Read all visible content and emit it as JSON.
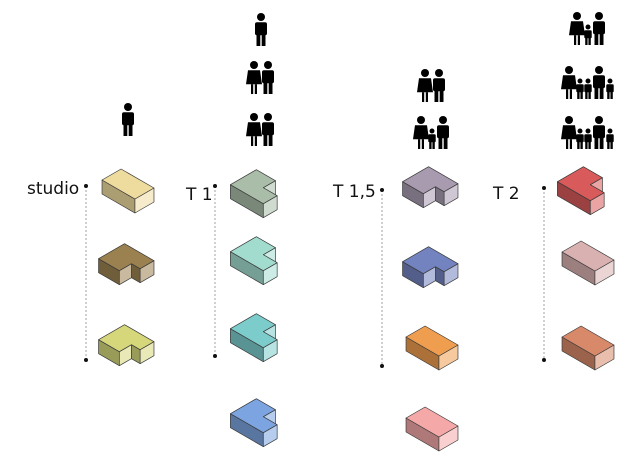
{
  "columns": [
    {
      "id": "studio",
      "label": "studio",
      "occupancy": [
        [
          "adult"
        ]
      ],
      "units": [
        {
          "shape": "box",
          "color": "#eedb9e"
        },
        {
          "shape": "notch",
          "color": "#9c8150"
        },
        {
          "shape": "notch",
          "color": "#d5d77a"
        }
      ]
    },
    {
      "id": "t1",
      "label": "T 1",
      "occupancy": [
        [
          "adult"
        ],
        [
          "adult",
          "adult"
        ],
        [
          "adult",
          "adult"
        ]
      ],
      "units": [
        {
          "shape": "l",
          "color": "#a9bda9"
        },
        {
          "shape": "l",
          "color": "#a2dccf"
        },
        {
          "shape": "l",
          "color": "#7ccccc"
        },
        {
          "shape": "l",
          "color": "#7ba4e0"
        }
      ]
    },
    {
      "id": "t15",
      "label": "T 1,5",
      "occupancy": [
        [
          "adult",
          "adult"
        ],
        [
          "adult",
          "child",
          "adult"
        ]
      ],
      "units": [
        {
          "shape": "notch",
          "color": "#a89bb0"
        },
        {
          "shape": "notch",
          "color": "#7383c0"
        },
        {
          "shape": "box",
          "color": "#ef9d4f"
        },
        {
          "shape": "box",
          "color": "#f4a8a8"
        }
      ]
    },
    {
      "id": "t2",
      "label": "T 2",
      "occupancy": [
        [
          "adult",
          "child",
          "adult"
        ],
        [
          "adult",
          "child",
          "child",
          "adult",
          "child"
        ],
        [
          "adult",
          "child",
          "child",
          "adult",
          "child"
        ]
      ],
      "units": [
        {
          "shape": "l",
          "color": "#d85a5a"
        },
        {
          "shape": "box",
          "color": "#d9b1b1"
        },
        {
          "shape": "box",
          "color": "#d7896a"
        }
      ]
    }
  ],
  "icons": {
    "person": "person-icon",
    "child": "child-icon"
  }
}
